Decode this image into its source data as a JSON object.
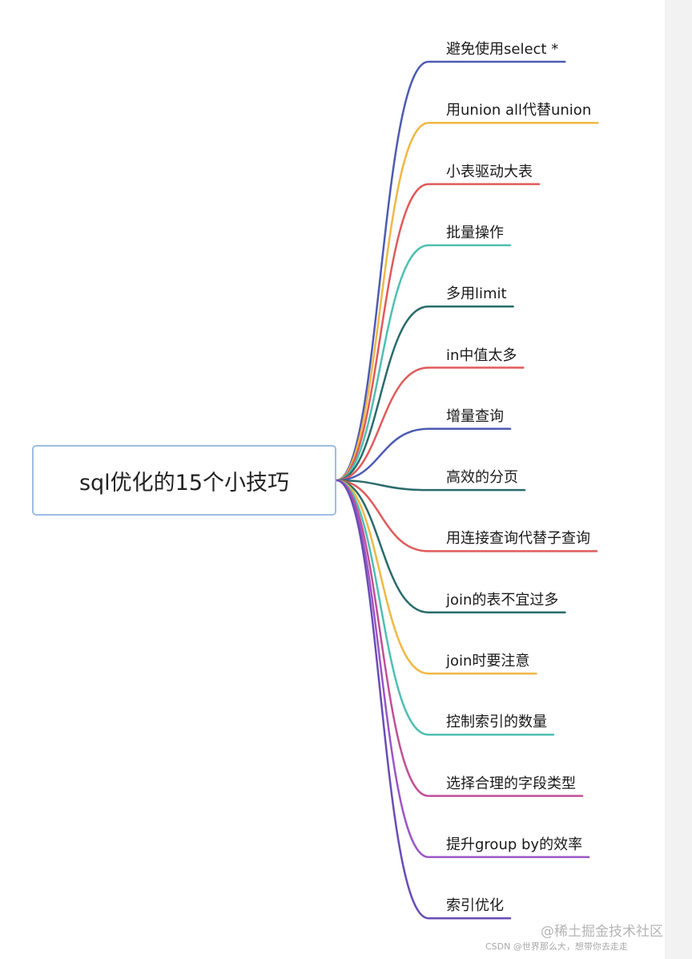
{
  "central_topic": "sql优化的15个小技巧",
  "branches": [
    {
      "label": "避免使用select *",
      "color": "#4c5bb3"
    },
    {
      "label": "用union all代替union",
      "color": "#efb844"
    },
    {
      "label": "小表驱动大表",
      "color": "#e05a5a"
    },
    {
      "label": "批量操作",
      "color": "#4ebfb2"
    },
    {
      "label": "多用limit",
      "color": "#2a6b6b"
    },
    {
      "label": "in中值太多",
      "color": "#e05a5a"
    },
    {
      "label": "增量查询",
      "color": "#4c5bb3"
    },
    {
      "label": "高效的分页",
      "color": "#2a6b6b"
    },
    {
      "label": "用连接查询代替子查询",
      "color": "#e05a5a"
    },
    {
      "label": "join的表不宜过多",
      "color": "#2a6b6b"
    },
    {
      "label": "join时要注意",
      "color": "#efb844"
    },
    {
      "label": "控制索引的数量",
      "color": "#4ebfb2"
    },
    {
      "label": "选择合理的字段类型",
      "color": "#c04f96"
    },
    {
      "label": "提升group by的效率",
      "color": "#9b55c4"
    },
    {
      "label": "索引优化",
      "color": "#6a4cb5"
    }
  ],
  "watermarks": {
    "primary": "@稀土掘金技术社区",
    "secondary": "CSDN @世界那么大，想带你去走走"
  }
}
